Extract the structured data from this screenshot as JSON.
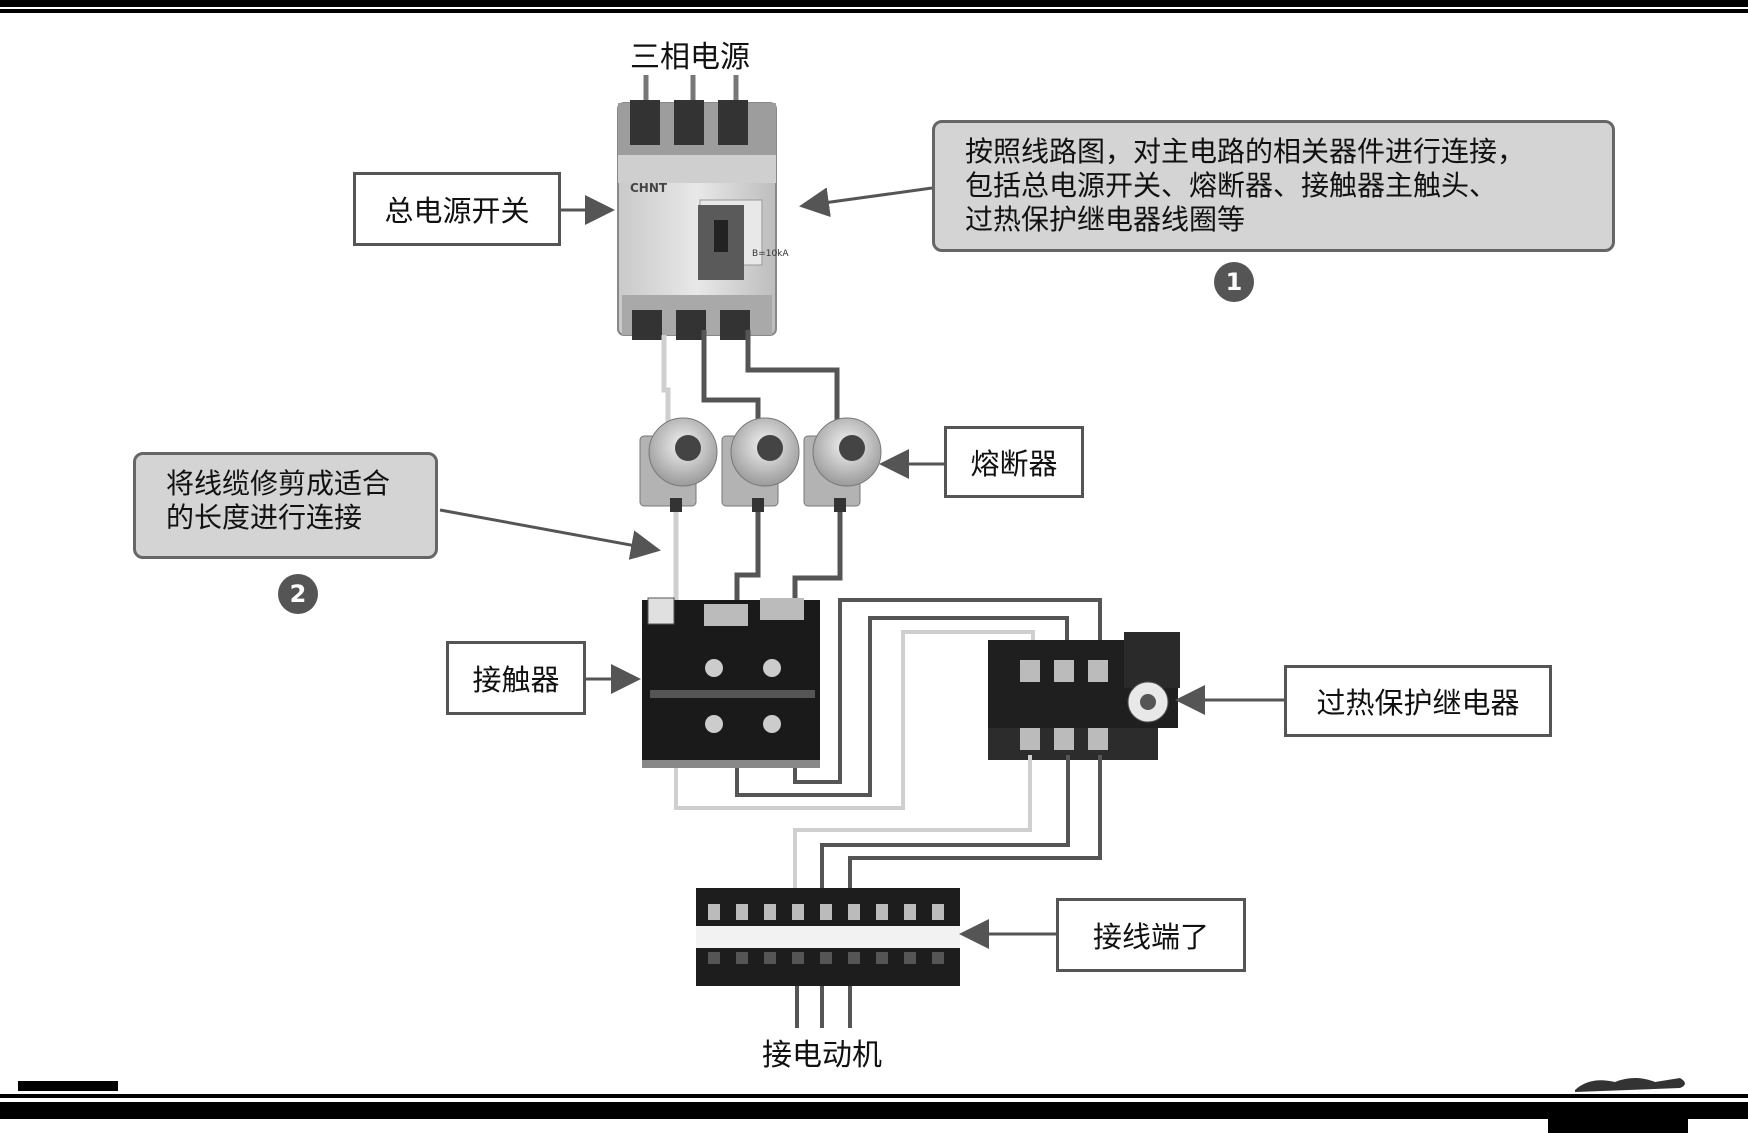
{
  "labels": {
    "power_supply": "三相电源",
    "main_switch": "总电源开关",
    "fuse": "熔断器",
    "contactor": "接触器",
    "thermal_relay": "过热保护继电器",
    "terminal_block": "接线端了",
    "motor": "接电动机"
  },
  "notes": {
    "step1": {
      "badge": "1",
      "lines": [
        "按照线路图，对主电路的相关器件进行连接，",
        "包括总电源开关、熔断器、接触器主触头、",
        "过热保护继电器线圈等"
      ]
    },
    "step2": {
      "badge": "2",
      "lines": [
        "将线缆修剪成适合",
        "的长度进行连接"
      ]
    }
  },
  "device_marks": {
    "breaker_brand": "CHNT",
    "breaker_rating": "B=10kA"
  },
  "colors": {
    "wire_light": "#cfcfcf",
    "wire_dark": "#555555",
    "label_border": "#555555",
    "note_fill": "#d4d4d4",
    "badge_fill": "#555555"
  }
}
